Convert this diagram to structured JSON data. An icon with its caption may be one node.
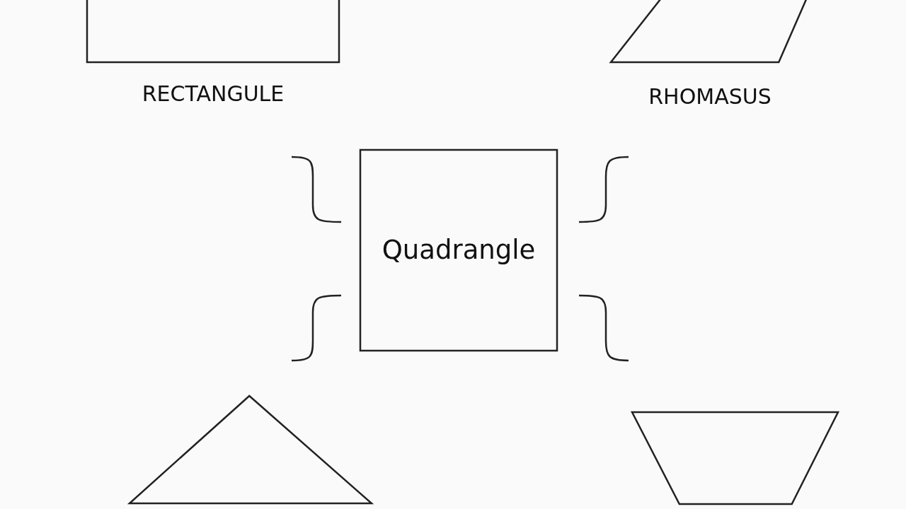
{
  "diagram": {
    "nodes": [
      {
        "text": [
          "RECTANGULE"
        ]
      },
      {
        "text": [
          "RHOMASUS"
        ]
      },
      {
        "text": [
          "Quadrangle"
        ]
      },
      {
        "text": [],
        "shape": "triangle"
      },
      {
        "text": [],
        "shape": "trapezoid"
      }
    ]
  }
}
